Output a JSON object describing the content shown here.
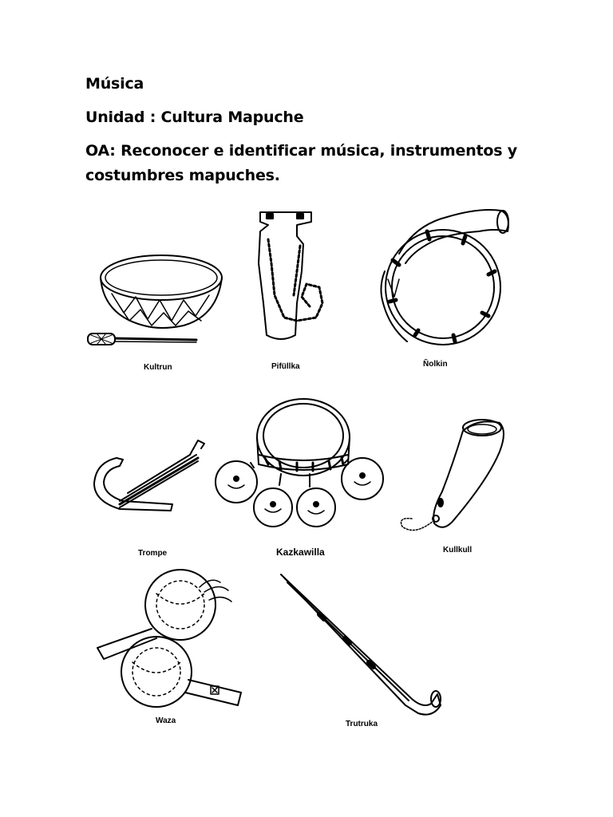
{
  "document": {
    "subject": "Música",
    "unit": "Unidad : Cultura Mapuche",
    "objective_line1": "OA: Reconocer e identificar música, instrumentos y",
    "objective_line2": "costumbres mapuches."
  },
  "instruments": [
    {
      "icon": "kultrun-drawing",
      "label": "Kultrun"
    },
    {
      "icon": "pifullka-drawing",
      "label": "Pifüllka"
    },
    {
      "icon": "nolkin-drawing",
      "label": "Ñolkin"
    },
    {
      "icon": "trompe-drawing",
      "label": "Trompe"
    },
    {
      "icon": "kazkawilla-drawing",
      "label": "Kazkawilla"
    },
    {
      "icon": "kullkull-drawing",
      "label": "Kullkull"
    },
    {
      "icon": "waza-drawing",
      "label": "Waza"
    },
    {
      "icon": "trutruka-drawing",
      "label": "Trutruka"
    }
  ],
  "colors": {
    "ink": "#000000",
    "paper": "#ffffff"
  }
}
